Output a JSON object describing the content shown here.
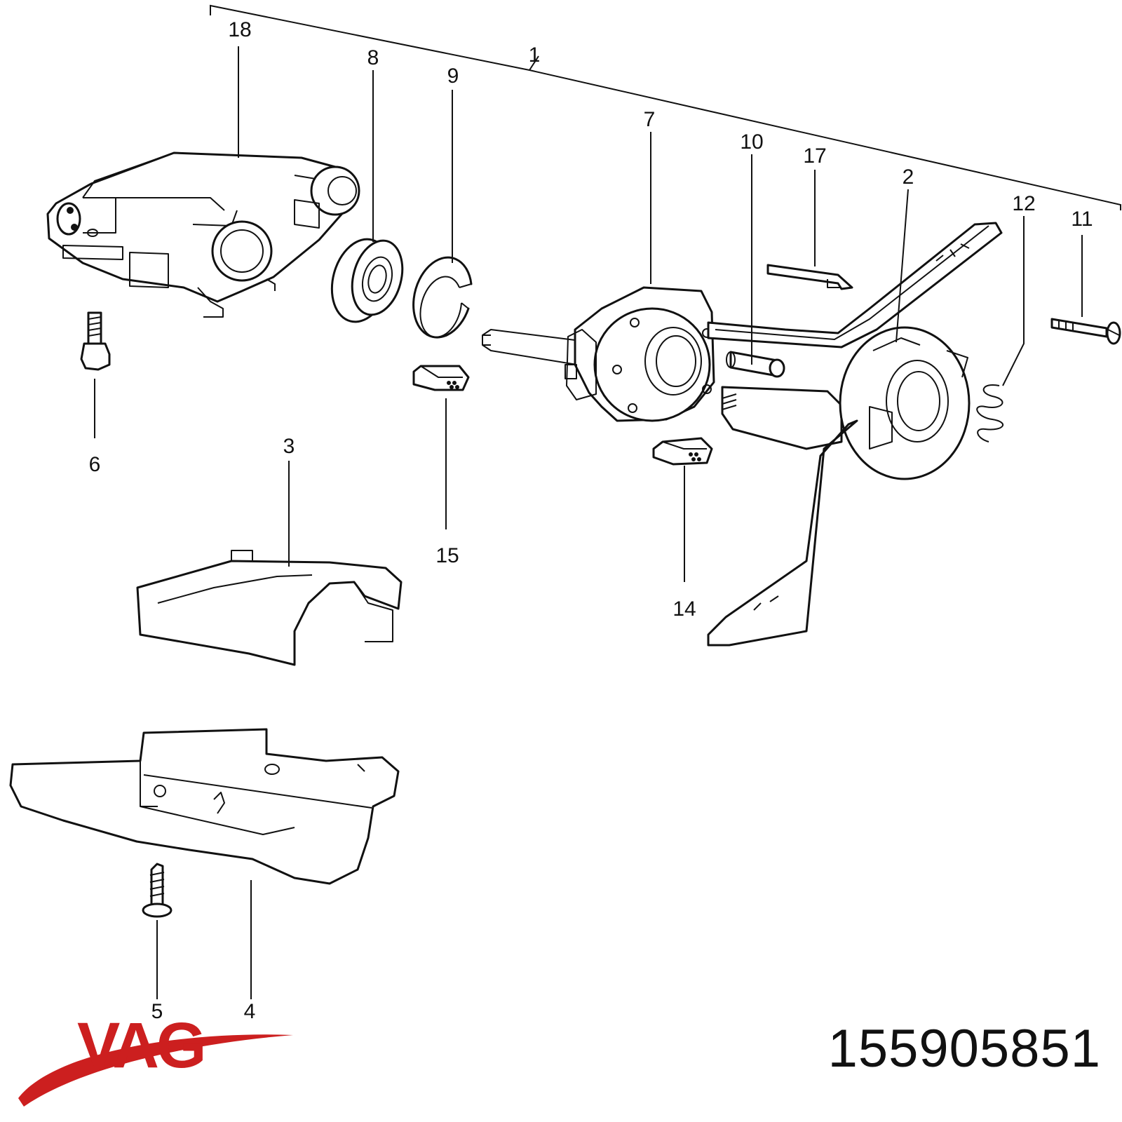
{
  "brand": {
    "logo_text": "VAG",
    "logo_color": "#cc1f1f"
  },
  "part_number": "155905851",
  "callouts": {
    "c1": "1",
    "c2": "2",
    "c3": "3",
    "c4": "4",
    "c5": "5",
    "c6": "6",
    "c7": "7",
    "c8": "8",
    "c9": "9",
    "c10": "10",
    "c11": "11",
    "c12": "12",
    "c14": "14",
    "c15": "15",
    "c17": "17",
    "c18": "18"
  }
}
